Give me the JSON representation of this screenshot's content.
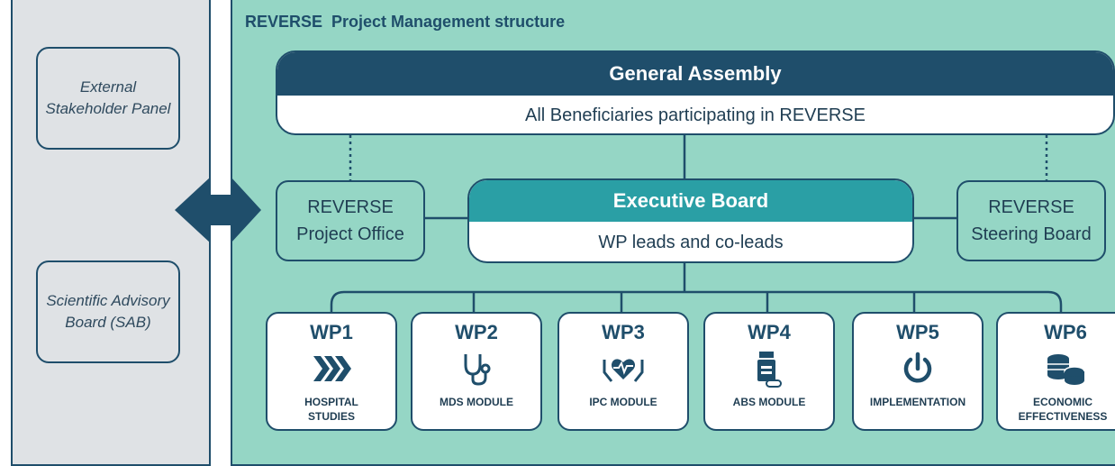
{
  "colors": {
    "navy": "#1f4e6b",
    "teal": "#2a9fa5",
    "mint": "#95d6c5",
    "grey": "#dfe2e5"
  },
  "side_panel": {
    "box1": "External Stakeholder Panel",
    "box2": "Scientific Advisory Board (SAB)"
  },
  "main": {
    "title": "REVERSE  Project Management structure",
    "general_assembly": {
      "title": "General Assembly",
      "subtitle": "All Beneficiaries participating in REVERSE"
    },
    "executive_board": {
      "title": "Executive Board",
      "subtitle": "WP leads and co-leads"
    },
    "project_office": {
      "line1": "REVERSE",
      "line2": "Project Office"
    },
    "steering_board": {
      "line1": "REVERSE",
      "line2": "Steering Board"
    },
    "work_packages": [
      {
        "id": "WP1",
        "label": "HOSPITAL STUDIES",
        "icon": "chevrons-icon"
      },
      {
        "id": "WP2",
        "label": "MDS MODULE",
        "icon": "stethoscope-icon"
      },
      {
        "id": "WP3",
        "label": "IPC MODULE",
        "icon": "hands-heart-icon"
      },
      {
        "id": "WP4",
        "label": "ABS MODULE",
        "icon": "pill-bottle-icon"
      },
      {
        "id": "WP5",
        "label": "IMPLEMENTATION",
        "icon": "power-icon"
      },
      {
        "id": "WP6",
        "label": "ECONOMIC EFFECTIVENESS",
        "icon": "coins-icon"
      }
    ]
  }
}
